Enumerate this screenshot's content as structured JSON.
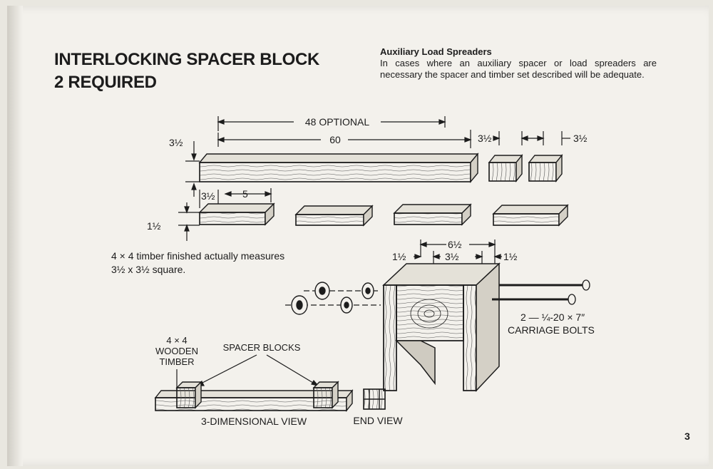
{
  "page": {
    "title_line1": "INTERLOCKING SPACER BLOCK",
    "title_line2": "2 REQUIRED",
    "page_number": "3"
  },
  "aux": {
    "heading": "Auxiliary Load Spreaders",
    "body": "In cases where an auxiliary spacer or load spreaders are necessary the spacer and timber set described will be adequate."
  },
  "dims": {
    "optional": "48 OPTIONAL",
    "length": "60",
    "height_left": "3½",
    "block_a": "3½",
    "block_b": "3½",
    "spacer_depth": "3½",
    "spacer_length": "5",
    "spacer_thickness": "1½",
    "assembly_width": "6½",
    "left_gap": "1½",
    "center": "3½",
    "right_gap": "1½"
  },
  "notes": {
    "timber_line1": "4 × 4 timber finished actually measures",
    "timber_line2": "3½ x 3½ square.",
    "bolts_line1": "2 — ¼-20 × 7″",
    "bolts_line2": "CARRIAGE BOLTS"
  },
  "labels": {
    "wooden_timber_1": "4 × 4",
    "wooden_timber_2": "WOODEN",
    "wooden_timber_3": "TIMBER",
    "spacer_blocks": "SPACER BLOCKS",
    "three_d_view": "3-DIMENSIONAL VIEW",
    "end_view": "END VIEW"
  }
}
